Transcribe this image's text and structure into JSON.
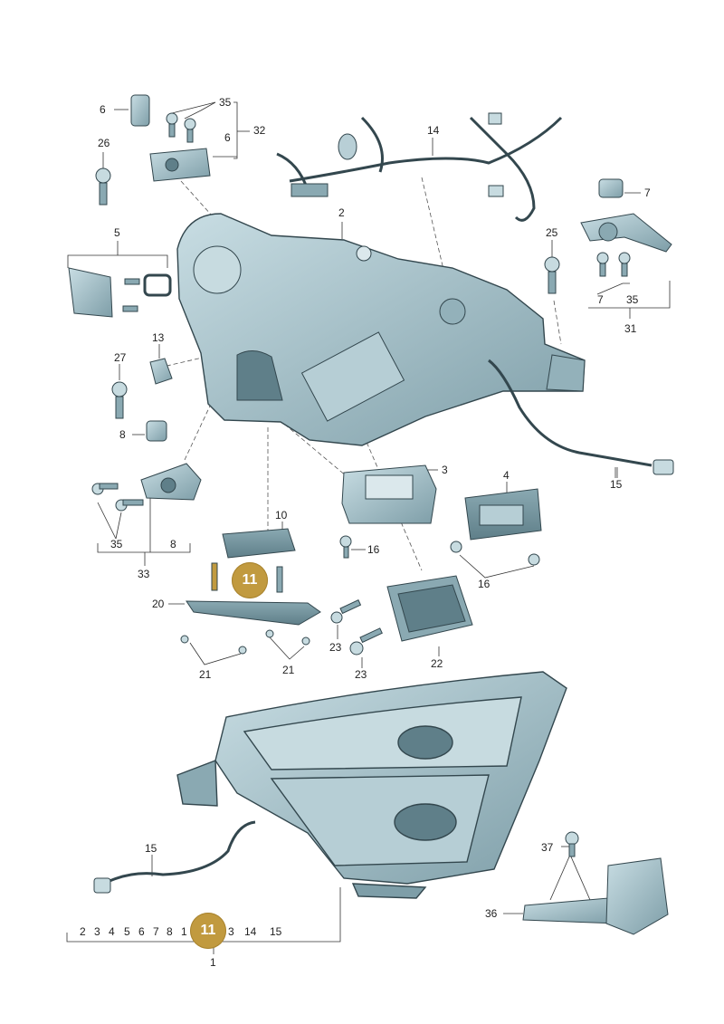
{
  "highlight_color": "#c19a3f",
  "part_color": "#a9c4cd",
  "callouts": {
    "c6a": "6",
    "c35a": "35",
    "c6b": "6",
    "c32": "32",
    "c26": "26",
    "c14": "14",
    "c2": "2",
    "c7a": "7",
    "c5": "5",
    "c25": "25",
    "c13": "13",
    "c27": "27",
    "c7b": "7",
    "c35b": "35",
    "c31": "31",
    "c8a": "8",
    "c3": "3",
    "c4": "4",
    "c15a": "15",
    "c10": "10",
    "c16a": "16",
    "c16b": "16",
    "c35c": "35",
    "c8b": "8",
    "c33": "33",
    "c20": "20",
    "c23a": "23",
    "c23b": "23",
    "c22": "22",
    "c21a": "21",
    "c21b": "21",
    "c15b": "15",
    "c37": "37",
    "c36": "36",
    "c1": "1"
  },
  "highlight_badges": {
    "b1": "11",
    "b2": "11"
  },
  "bottom_list": [
    "2",
    "3",
    "4",
    "5",
    "6",
    "7",
    "8",
    "1",
    "3",
    "14",
    "15"
  ]
}
